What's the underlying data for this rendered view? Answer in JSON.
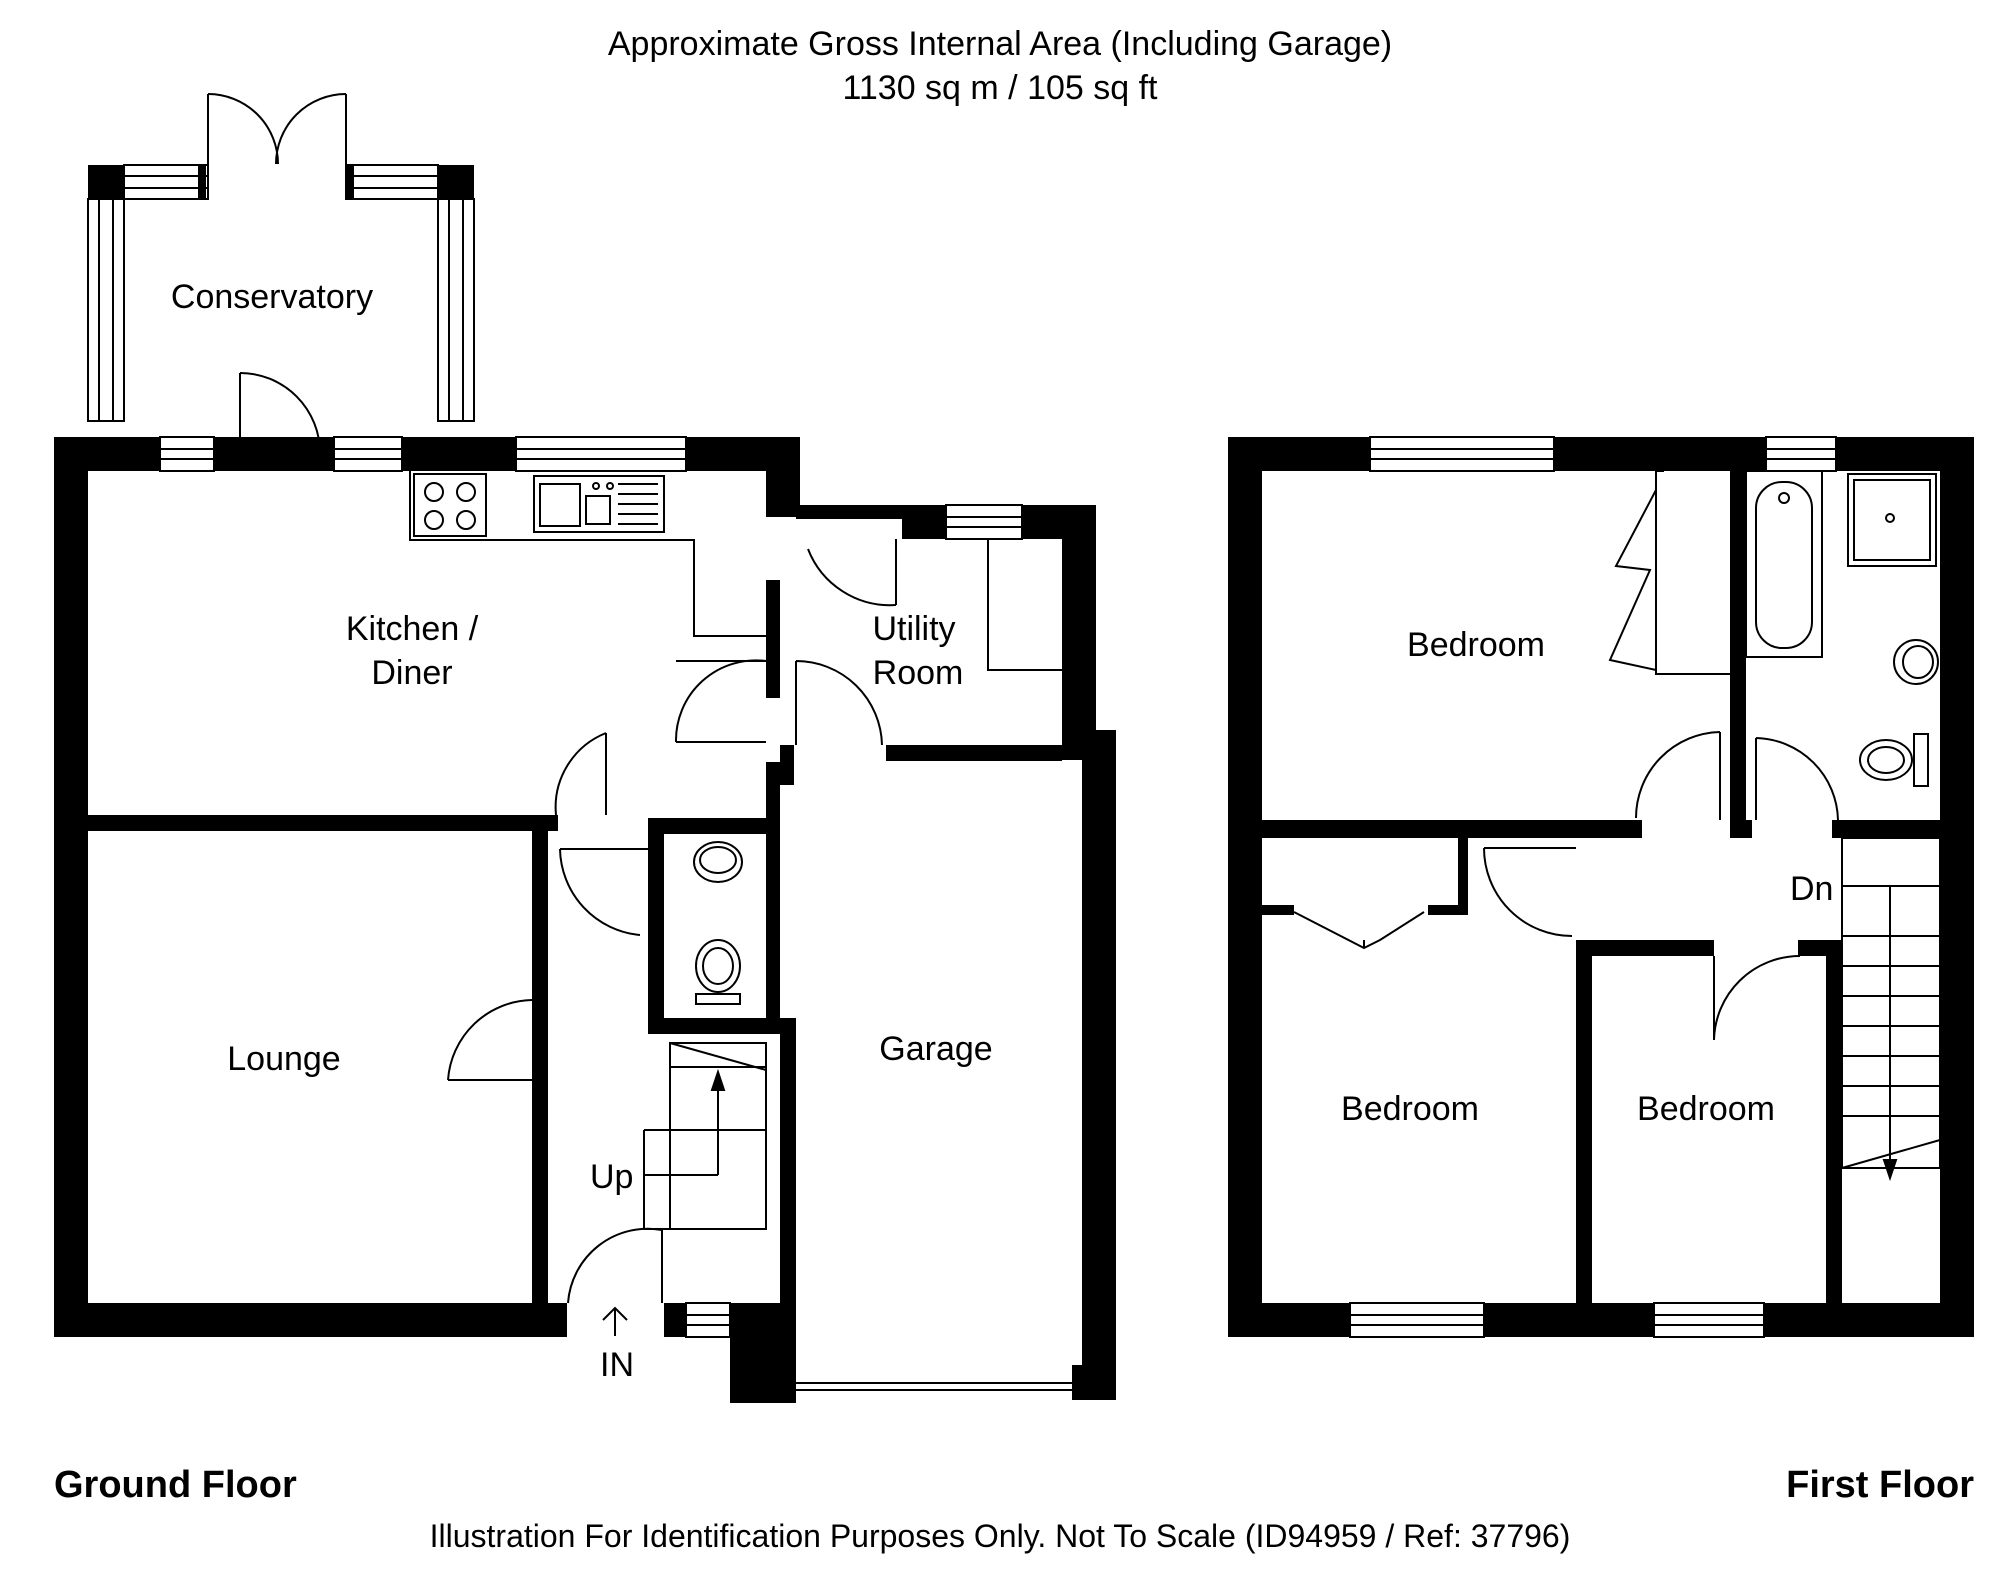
{
  "header": {
    "line1": "Approximate Gross Internal Area (Including Garage)",
    "line2": "1130 sq m / 105 sq ft"
  },
  "ground_floor": {
    "label": "Ground Floor",
    "rooms": {
      "conservatory": "Conservatory",
      "kitchen_line1": "Kitchen /",
      "kitchen_line2": "Diner",
      "utility_line1": "Utility",
      "utility_line2": "Room",
      "lounge": "Lounge",
      "garage": "Garage"
    },
    "stairs_up": "Up",
    "entrance": "IN"
  },
  "first_floor": {
    "label": "First Floor",
    "rooms": {
      "bedroom_1": "Bedroom",
      "bedroom_2": "Bedroom",
      "bedroom_3": "Bedroom"
    },
    "stairs_down": "Dn"
  },
  "footer": {
    "disclaimer": "Illustration For Identification Purposes Only. Not To Scale (ID94959 / Ref: 37796)"
  },
  "colors": {
    "wall": "#000000",
    "line": "#000000",
    "background": "#ffffff"
  }
}
